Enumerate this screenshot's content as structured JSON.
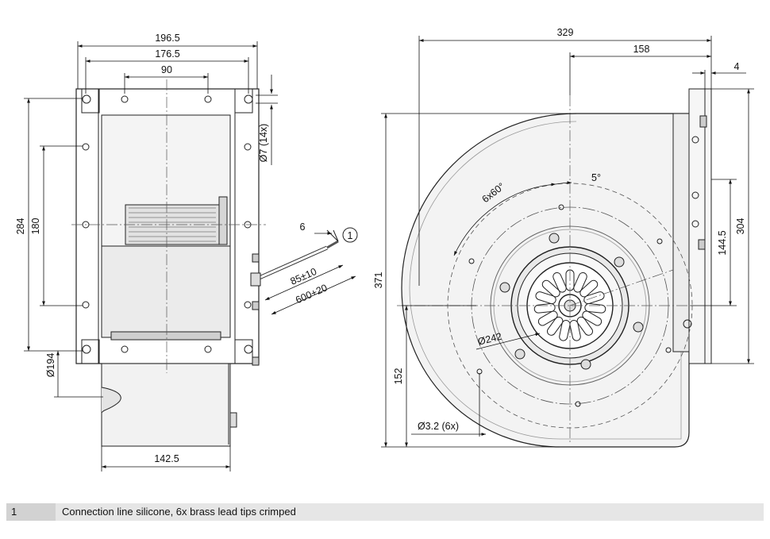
{
  "side_view": {
    "width_overall": "196.5",
    "width_mounting": "176.5",
    "hole_spacing_h": "90",
    "height_overall": "284",
    "hole_spacing_v": "180",
    "hole_size": "Ø7 (14x)",
    "outlet_size": "Ø194",
    "outlet_width": "142.5",
    "lead_dia": "6",
    "lead_strip": "85±10",
    "lead_length": "600+20",
    "callout": "1"
  },
  "front_view": {
    "width_overall": "329",
    "width_to_center": "158",
    "flange": "4",
    "height_overall": "371",
    "flange_height": "304",
    "flange_center": "144.5",
    "center_height": "152",
    "bolt_pattern": "6x60°",
    "angle": "5°",
    "bolt_circle": "Ø242",
    "mount_holes": "Ø3.2 (6x)"
  },
  "notes": [
    {
      "number": "1",
      "text": "Connection line silicone, 6x brass lead tips crimped"
    }
  ]
}
